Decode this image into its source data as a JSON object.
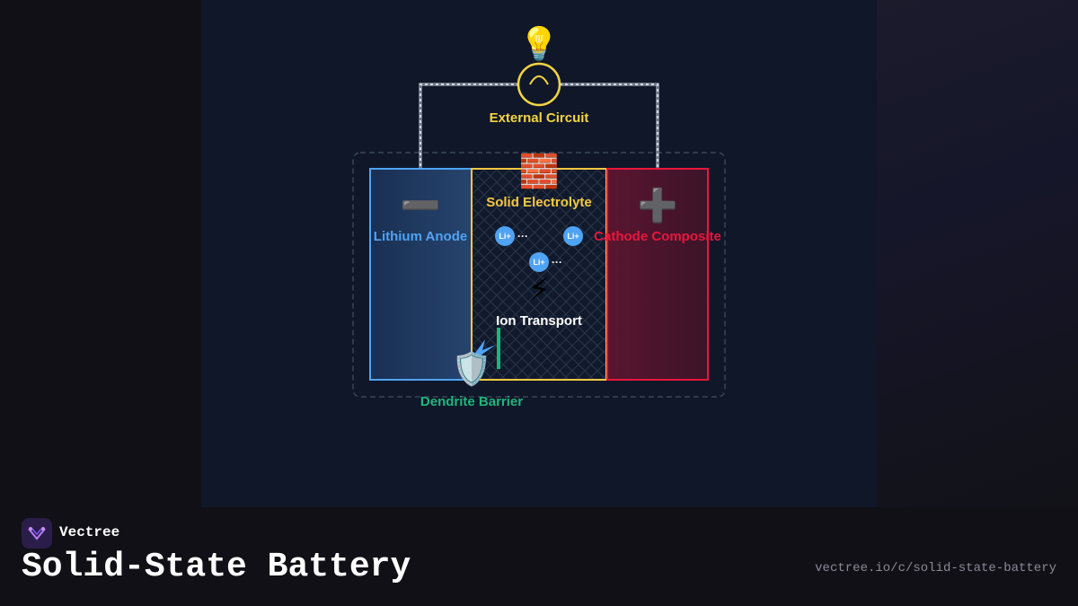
{
  "diagram": {
    "external_circuit": {
      "label": "External Circuit",
      "icon": "light-bulb-icon",
      "color": "#f5d442"
    },
    "anode": {
      "label": "Lithium Anode",
      "icon": "minus-icon",
      "color": "#4fa3f5"
    },
    "electrolyte": {
      "label": "Solid Electrolyte",
      "icon": "brick-icon",
      "color": "#f5c842"
    },
    "cathode": {
      "label": "Cathode Composite",
      "icon": "plus-icon",
      "color": "#e8173c"
    },
    "ions": [
      {
        "label": "Li+",
        "trail": "···"
      },
      {
        "label": "Li+",
        "trail": ""
      },
      {
        "label": "Li+",
        "trail": "···"
      }
    ],
    "ion_transport": {
      "label": "Ion Transport",
      "icon": "lightning-icon"
    },
    "dendrite_barrier": {
      "label": "Dendrite Barrier",
      "icon": "shield-icon",
      "color": "#1fb57a"
    }
  },
  "footer": {
    "brand": "Vectree",
    "title": "Solid-State Battery",
    "url": "vectree.io/c/solid-state-battery"
  }
}
